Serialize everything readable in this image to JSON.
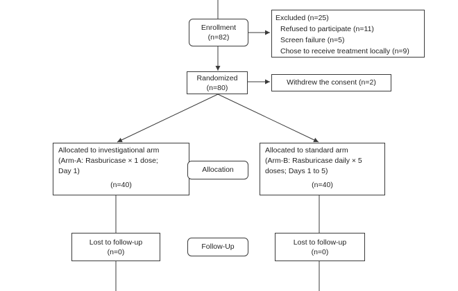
{
  "enrollment": {
    "label": "Enrollment",
    "n": "(n=82)"
  },
  "excluded": {
    "title": "Excluded (n=25)",
    "reasons": [
      "Refused to participate (n=11)",
      "Screen failure (n=5)",
      "Chose to receive treatment locally (n=9)"
    ]
  },
  "randomized": {
    "label": "Randomized",
    "n": "(n=80)"
  },
  "withdrew": {
    "label": "Withdrew the consent (n=2)"
  },
  "arm_a": {
    "lines": [
      "Allocated to investigational arm",
      "(Arm-A: Rasburicase × 1 dose;",
      "Day 1)"
    ],
    "n": "(n=40)"
  },
  "arm_b": {
    "lines": [
      "Allocated to standard arm",
      "(Arm-B: Rasburicase daily × 5",
      "doses; Days 1 to 5)"
    ],
    "n": "(n=40)"
  },
  "stages": {
    "allocation": "Allocation",
    "follow_up": "Follow-Up"
  },
  "follow_up_a": {
    "label": "Lost to follow-up",
    "n": "(n=0)"
  },
  "follow_up_b": {
    "label": "Lost to follow-up",
    "n": "(n=0)"
  }
}
